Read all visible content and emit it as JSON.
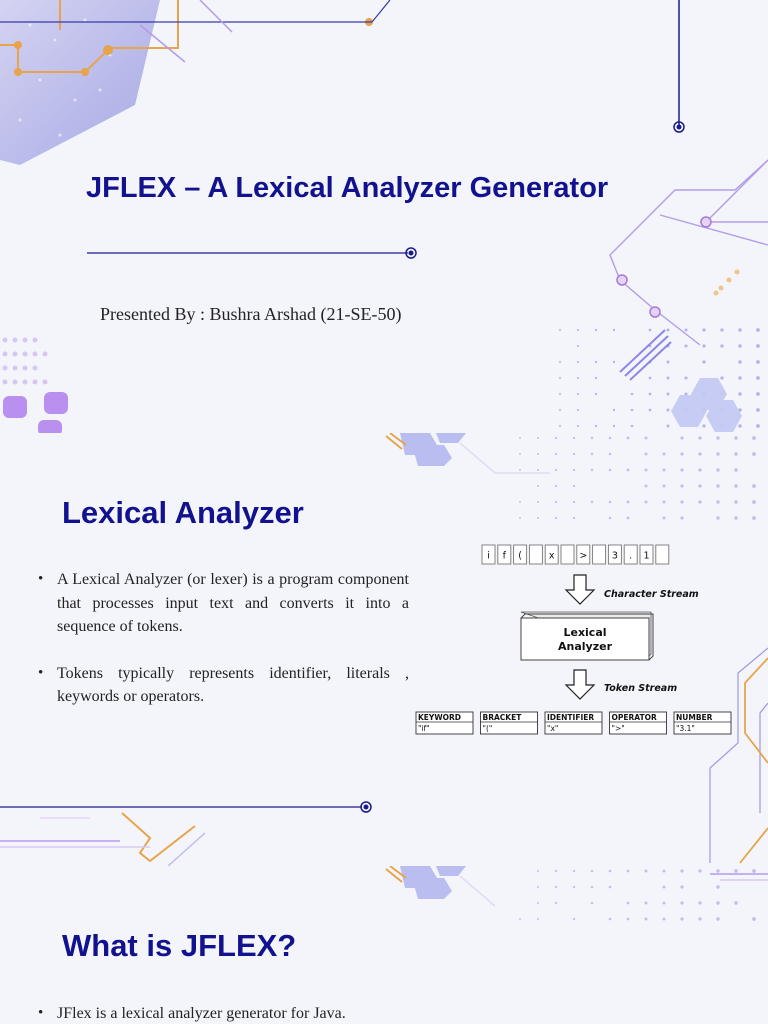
{
  "slide1": {
    "title": "JFLEX – A Lexical Analyzer Generator",
    "presenter": "Presented By : Bushra Arshad (21-SE-50)"
  },
  "slide2": {
    "title": "Lexical Analyzer",
    "bullets": [
      "A Lexical Analyzer (or lexer) is a program component that processes input text and converts it into a sequence of tokens.",
      "Tokens typically represents identifier, literals , keywords or operators."
    ],
    "diagram": {
      "characters": [
        "i",
        "f",
        "(",
        "",
        "x",
        "",
        ">",
        "",
        "3",
        ".",
        "1",
        ""
      ],
      "character_stream_label": "Character Stream",
      "analyzer_label_line1": "Lexical",
      "analyzer_label_line2": "Analyzer",
      "token_stream_label": "Token Stream",
      "tokens": [
        {
          "type": "KEYWORD",
          "value": "\"if\""
        },
        {
          "type": "BRACKET",
          "value": "\"(\""
        },
        {
          "type": "IDENTIFIER",
          "value": "\"x\""
        },
        {
          "type": "OPERATOR",
          "value": "\">\""
        },
        {
          "type": "NUMBER",
          "value": "\"3.1\""
        }
      ]
    }
  },
  "slide3": {
    "title": "What is JFLEX?",
    "bullets": [
      "JFlex is a lexical analyzer generator for Java."
    ]
  },
  "colors": {
    "title": "#12128e",
    "accent_purple": "#8a6ee0",
    "accent_orange": "#e8a44a",
    "accent_navy": "#1a1a8c",
    "background": "#f4f5fb"
  }
}
